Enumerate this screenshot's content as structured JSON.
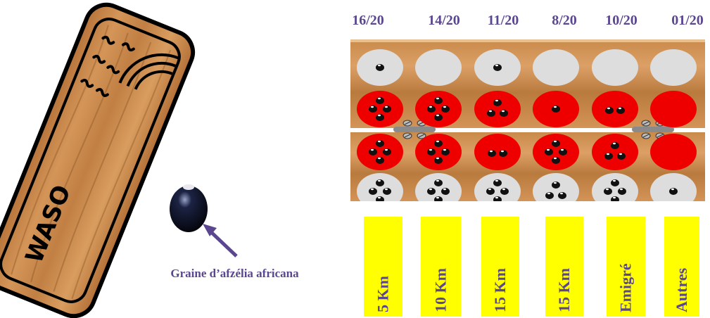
{
  "left_board": {
    "carved_text": "WASO",
    "seed_caption": "Graine d’afzélia africana"
  },
  "right_board": {
    "columns": [
      {
        "score": "16/20",
        "label": "5 Km",
        "seeds": [
          1,
          4,
          4,
          4
        ]
      },
      {
        "score": "14/20",
        "label": "10 Km",
        "seeds": [
          0,
          4,
          4,
          4
        ]
      },
      {
        "score": "11/20",
        "label": "15 Km",
        "seeds": [
          1,
          3,
          2,
          4
        ]
      },
      {
        "score": "8/20",
        "label": "15 Km",
        "seeds": [
          0,
          1,
          4,
          3
        ]
      },
      {
        "score": "10/20",
        "label": "Emigré",
        "seeds": [
          0,
          2,
          3,
          4
        ]
      },
      {
        "score": "01/20",
        "label": "Autres",
        "seeds": [
          0,
          0,
          0,
          1
        ]
      }
    ],
    "row_colors": [
      "#dddddd",
      "#ee0000",
      "#ee0000",
      "#dddddd"
    ],
    "seed_color": "#111111"
  },
  "colors": {
    "text": "#5b4690",
    "label_background": "#ffff00",
    "wood": "#c98a4a",
    "wood_dark": "#8a5323"
  }
}
